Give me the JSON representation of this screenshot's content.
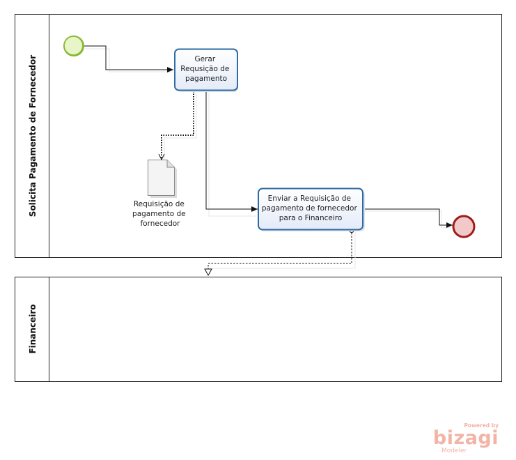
{
  "pools": [
    {
      "id": "solicita",
      "label": "Solicita Pagamento de Fornecedor"
    },
    {
      "id": "financeiro",
      "label": "Financeiro"
    }
  ],
  "tasks": [
    {
      "id": "gerar",
      "lines": [
        "Gerar",
        "Requsição de",
        "pagamento"
      ]
    },
    {
      "id": "enviar",
      "lines": [
        "Enviar a Requisição de",
        "pagamento de fornecedor",
        "para o  Financeiro"
      ]
    }
  ],
  "data_object": {
    "lines": [
      "Requisição de",
      "pagamento de",
      "fornecedor"
    ]
  },
  "watermark": {
    "powered_by": "Powered by",
    "brand": "bizagi",
    "product": "Modeler"
  },
  "colors": {
    "task_fill": "#eef2fb",
    "task_stroke": "#2e6aa3",
    "start_fill": "#e7f5c9",
    "start_stroke": "#8ab832",
    "end_fill": "#f2c8c8",
    "end_stroke": "#a01c1c",
    "watermark": "#f2b4a6"
  }
}
